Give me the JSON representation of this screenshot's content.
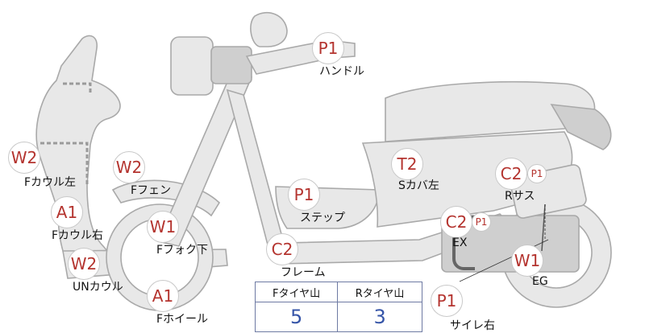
{
  "parts": [
    {
      "id": "handle",
      "code": "P1",
      "label": "ハンドル"
    },
    {
      "id": "f-cowl-left",
      "code": "W2",
      "label": "Fカウル左"
    },
    {
      "id": "f-fender",
      "code": "W2",
      "label": "Fフェン"
    },
    {
      "id": "s-cover-left",
      "code": "T2",
      "label": "Sカバ左"
    },
    {
      "id": "r-sus",
      "code": "C2",
      "sub": "P1",
      "label": "Rサス"
    },
    {
      "id": "step",
      "code": "P1",
      "label": "ステップ"
    },
    {
      "id": "f-cowl-right",
      "code": "A1",
      "label": "Fカウル右"
    },
    {
      "id": "f-fork-lower",
      "code": "W1",
      "label": "Fフォク下"
    },
    {
      "id": "ex",
      "code": "C2",
      "sub": "P1",
      "label": "EX"
    },
    {
      "id": "frame",
      "code": "C2",
      "label": "フレーム"
    },
    {
      "id": "un-cowl",
      "code": "W2",
      "label": "UNカウル"
    },
    {
      "id": "eg",
      "code": "W1",
      "label": "EG"
    },
    {
      "id": "f-wheel",
      "code": "A1",
      "label": "Fホイール"
    },
    {
      "id": "silencer-right",
      "code": "P1",
      "label": "サイレ右"
    }
  ],
  "tire_table": {
    "headers": [
      "Fタイヤ山",
      "Rタイヤ山"
    ],
    "values": [
      "5",
      "3"
    ]
  },
  "colors": {
    "code_red": "#b4342f",
    "value_blue": "#3655a8",
    "part_fill": "#e8e8e8",
    "part_stroke": "#a9a9a9"
  }
}
